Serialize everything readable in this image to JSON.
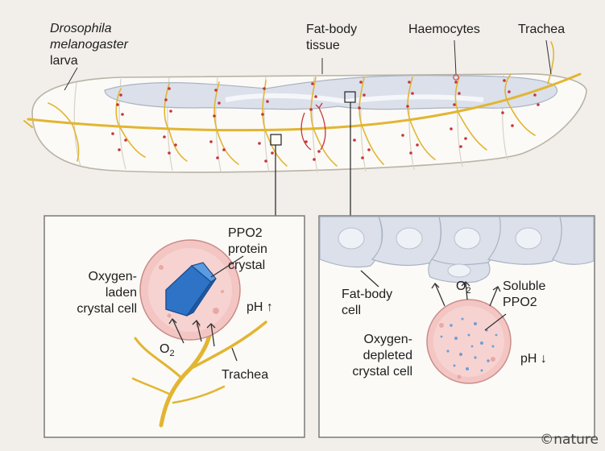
{
  "colors": {
    "background": "#f2efea",
    "larva_body": "#fbfaf6",
    "trachea": "#e2b532",
    "haemocyte": "#c8343a",
    "crystal": "#2f73c6",
    "crystal_cell": "#f3c6c4",
    "fat_body": "#dbe0ea",
    "panel_border": "#7a7a7a"
  },
  "top": {
    "species_line1": "Drosophila",
    "species_line2": "melanogaster",
    "species_line3": "larva",
    "fat_body_tissue": "Fat-body\ntissue",
    "haemocytes": "Haemocytes",
    "trachea": "Trachea"
  },
  "left_panel": {
    "ppo2_crystal": "PPO2\nprotein\ncrystal",
    "oxygen_laden": "Oxygen-\nladen\ncrystal cell",
    "ph": "pH ↑",
    "o2": "O",
    "o2_sub": "2",
    "trachea": "Trachea"
  },
  "right_panel": {
    "fat_body_cell": "Fat-body\ncell",
    "o2": "O",
    "o2_sub": "2",
    "soluble_ppo2": "Soluble\nPPO2",
    "oxygen_depleted": "Oxygen-\ndepleted\ncrystal cell",
    "ph": "pH ↓"
  },
  "credit": "©nature"
}
